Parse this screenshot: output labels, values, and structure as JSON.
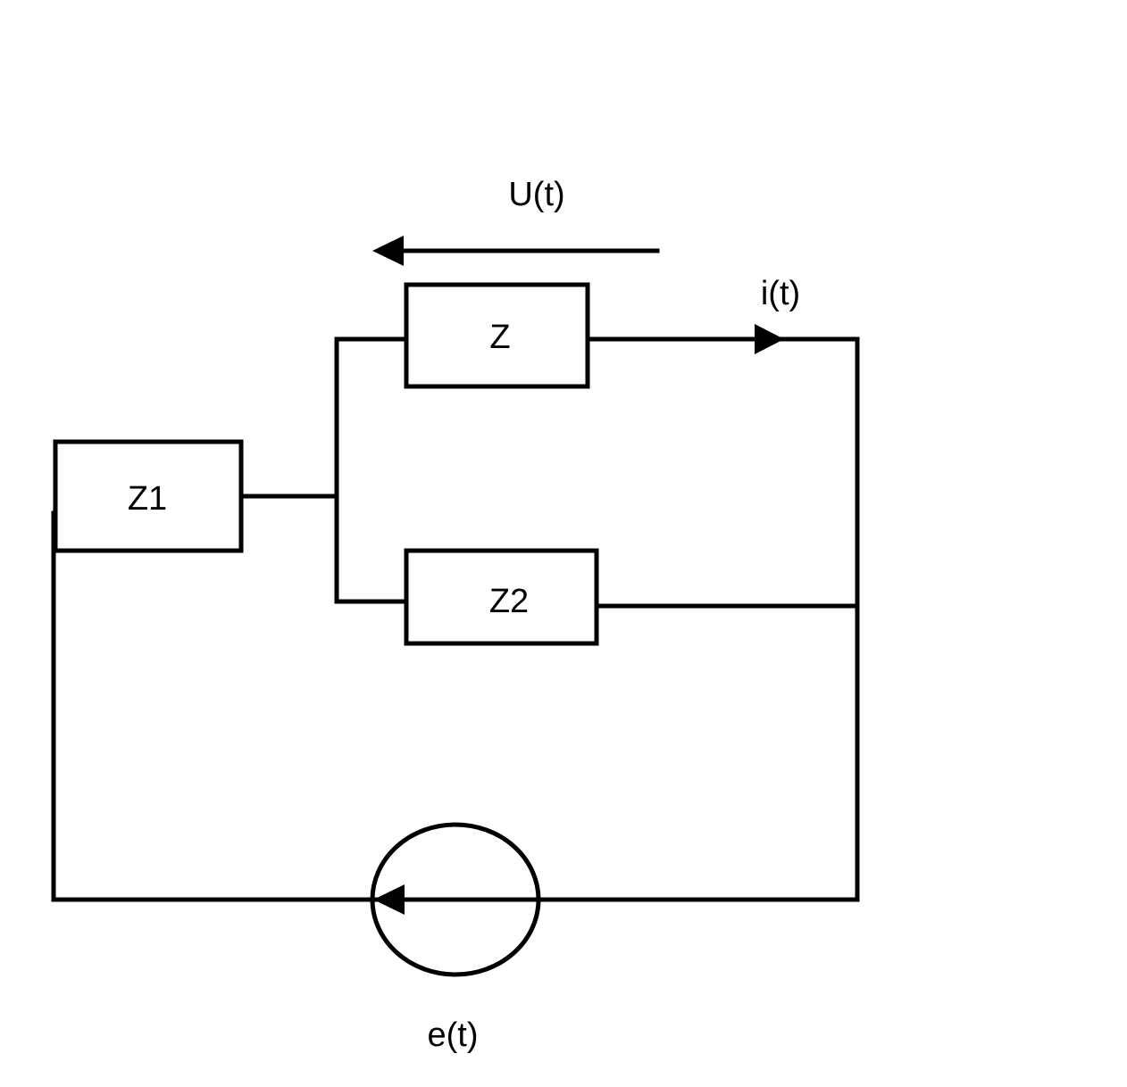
{
  "diagram": {
    "components": {
      "z": "Z",
      "z1": "Z1",
      "z2": "Z2"
    },
    "labels": {
      "voltage": "U(t)",
      "current": "i(t)",
      "source": "e(t)"
    },
    "colors": {
      "line": "#000000",
      "background": "#ffffff"
    }
  }
}
